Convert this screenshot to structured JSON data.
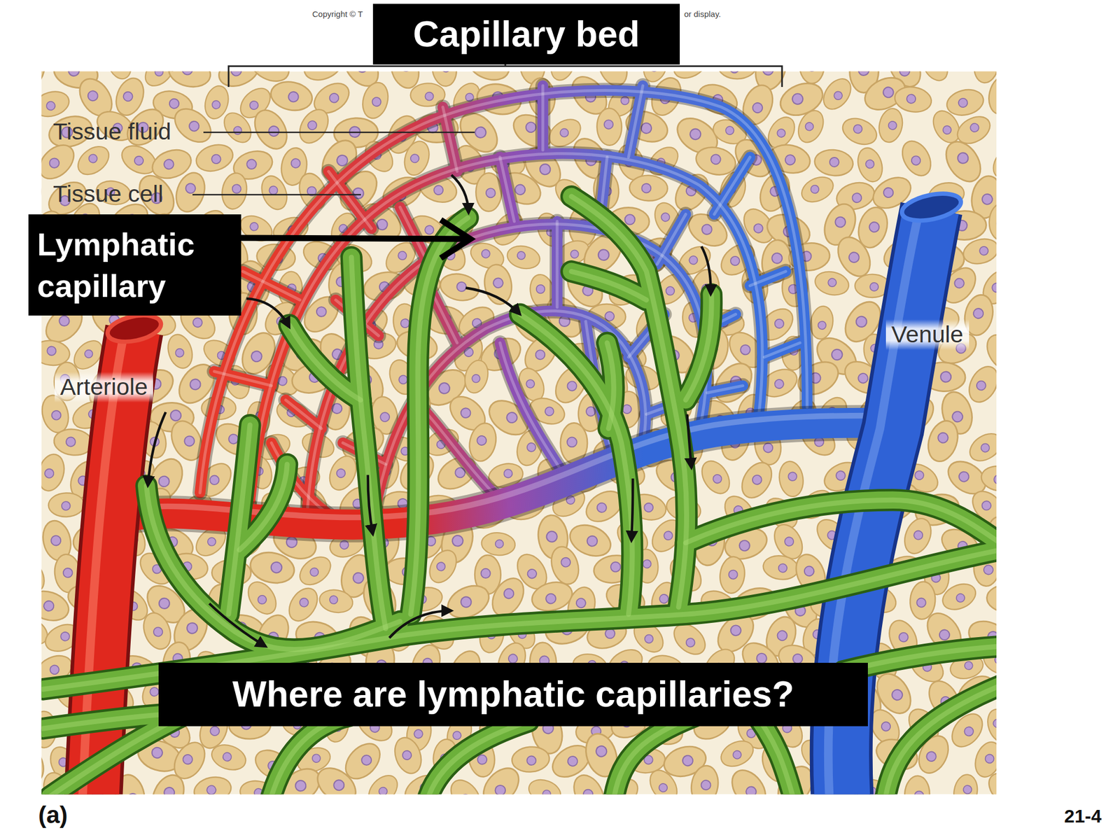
{
  "diagram": {
    "title": "Capillary bed",
    "caption": "Where are lymphatic capillaries?",
    "labels": [
      "Copyright © T",
      "or display.",
      "Tissue fluid",
      "Tissue cell",
      "Lymphatic capillary",
      "Arteriole",
      "Venule",
      "(a)",
      "21-4"
    ]
  }
}
